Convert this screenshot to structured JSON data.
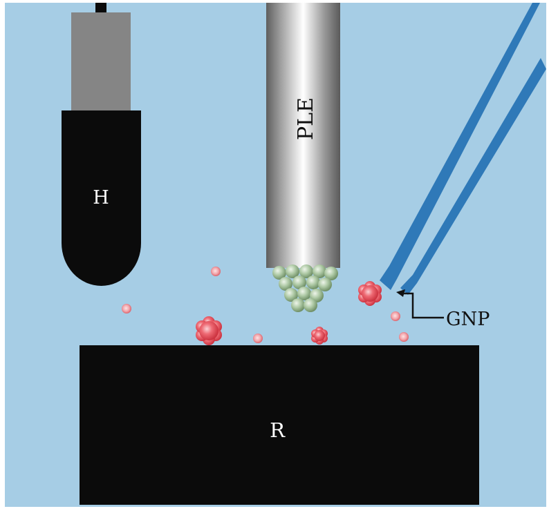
{
  "labels": {
    "holder": "H",
    "electrode": "PLE",
    "reservoir": "R",
    "nanoparticle": "GNP"
  },
  "colors": {
    "background": "#a6cde5",
    "dark_body": "#0b0b0b",
    "holder_cap": "#858585",
    "pipette": "#2f79b8",
    "pipette_dark": "#1b5a93",
    "particle_red": "#e0505d",
    "bead_green": "#9fbf97",
    "label_light": "#ffffff",
    "label_dark": "#111111"
  }
}
